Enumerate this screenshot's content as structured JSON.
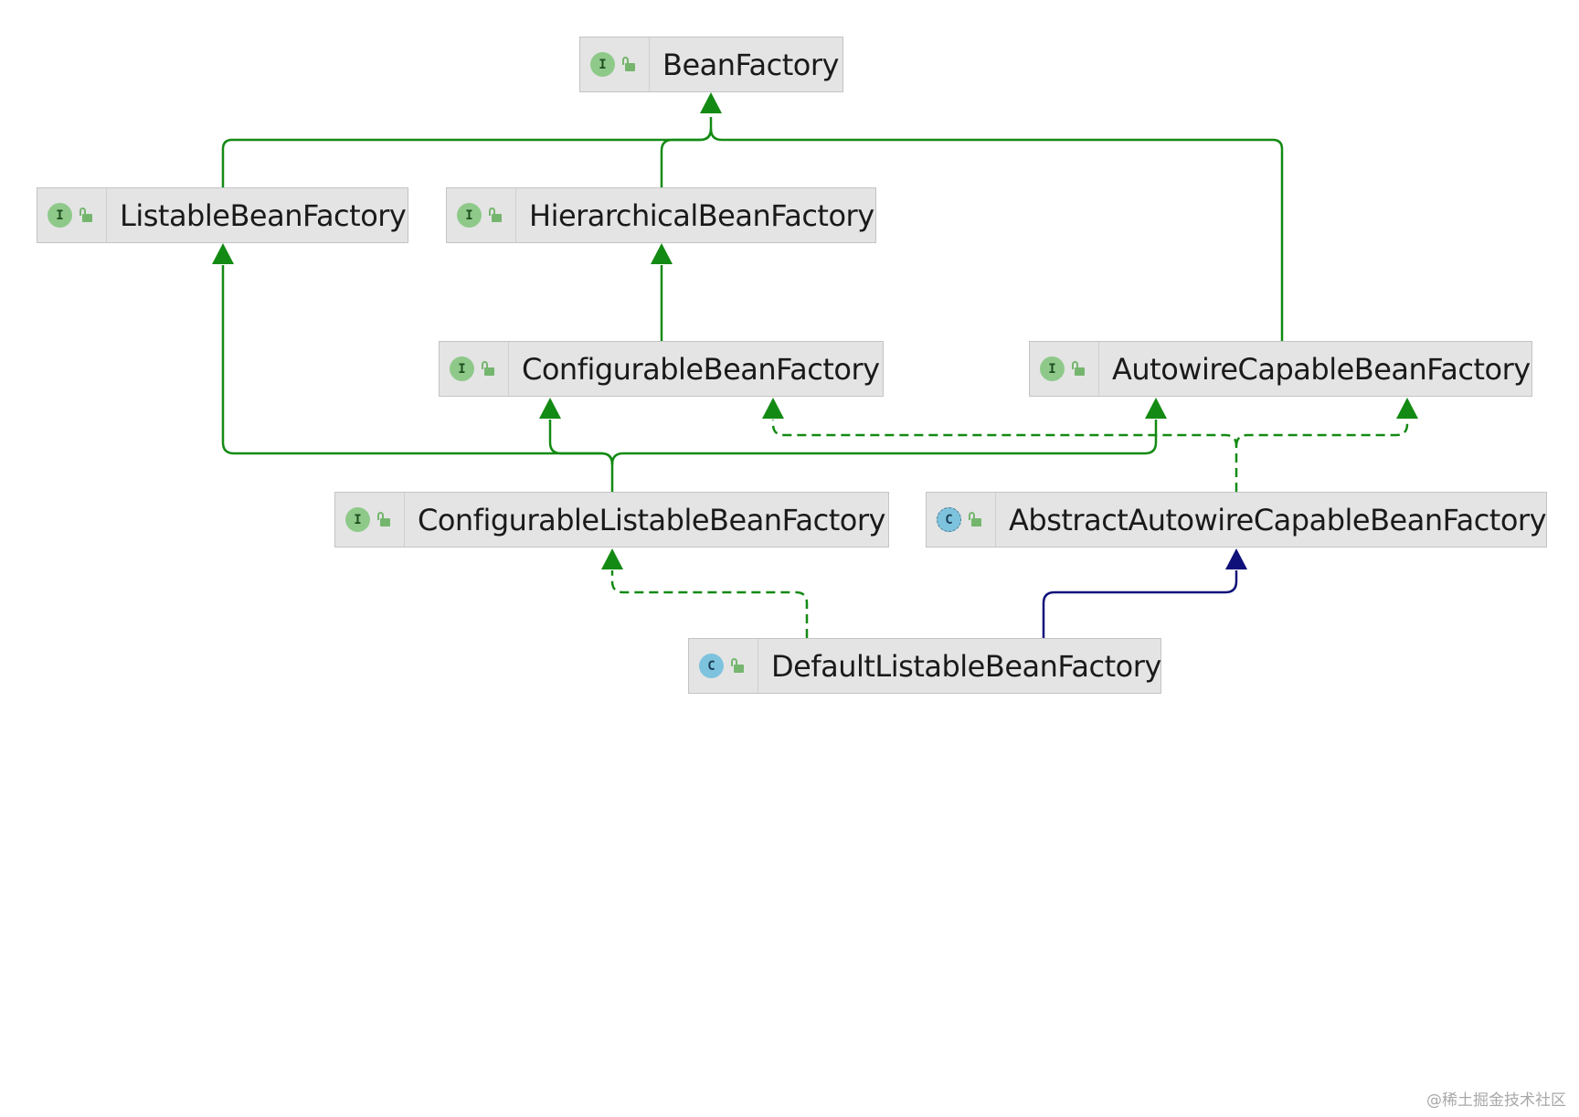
{
  "nodes": {
    "bean_factory": {
      "label": "BeanFactory",
      "kind": "interface",
      "badge": "I"
    },
    "listable_bean_factory": {
      "label": "ListableBeanFactory",
      "kind": "interface",
      "badge": "I"
    },
    "hierarchical_bean_factory": {
      "label": "HierarchicalBeanFactory",
      "kind": "interface",
      "badge": "I"
    },
    "configurable_bean_factory": {
      "label": "ConfigurableBeanFactory",
      "kind": "interface",
      "badge": "I"
    },
    "autowire_capable_bean_factory": {
      "label": "AutowireCapableBeanFactory",
      "kind": "interface",
      "badge": "I"
    },
    "configurable_listable_bean_factory": {
      "label": "ConfigurableListableBeanFactory",
      "kind": "interface",
      "badge": "I"
    },
    "abstract_autowire_capable_bean_factory": {
      "label": "AbstractAutowireCapableBeanFactory",
      "kind": "abstract-class",
      "badge": "C"
    },
    "default_listable_bean_factory": {
      "label": "DefaultListableBeanFactory",
      "kind": "class",
      "badge": "C"
    }
  },
  "edges": [
    {
      "from": "listable_bean_factory",
      "to": "bean_factory",
      "type": "extends",
      "style": "solid-green"
    },
    {
      "from": "hierarchical_bean_factory",
      "to": "bean_factory",
      "type": "extends",
      "style": "solid-green"
    },
    {
      "from": "autowire_capable_bean_factory",
      "to": "bean_factory",
      "type": "extends",
      "style": "solid-green"
    },
    {
      "from": "configurable_bean_factory",
      "to": "hierarchical_bean_factory",
      "type": "extends",
      "style": "solid-green"
    },
    {
      "from": "configurable_listable_bean_factory",
      "to": "listable_bean_factory",
      "type": "extends",
      "style": "solid-green"
    },
    {
      "from": "configurable_listable_bean_factory",
      "to": "configurable_bean_factory",
      "type": "extends",
      "style": "solid-green"
    },
    {
      "from": "configurable_listable_bean_factory",
      "to": "autowire_capable_bean_factory",
      "type": "extends",
      "style": "solid-green"
    },
    {
      "from": "abstract_autowire_capable_bean_factory",
      "to": "configurable_bean_factory",
      "type": "implements",
      "style": "dashed-green"
    },
    {
      "from": "abstract_autowire_capable_bean_factory",
      "to": "autowire_capable_bean_factory",
      "type": "implements",
      "style": "dashed-green"
    },
    {
      "from": "default_listable_bean_factory",
      "to": "configurable_listable_bean_factory",
      "type": "implements",
      "style": "dashed-green"
    },
    {
      "from": "default_listable_bean_factory",
      "to": "abstract_autowire_capable_bean_factory",
      "type": "extends",
      "style": "solid-navy"
    }
  ],
  "colors": {
    "interface_edge": "#138a13",
    "class_edge": "#10107a",
    "node_fill": "#e4e4e4",
    "interface_badge": "#8ec98a",
    "class_badge": "#7ec3de",
    "lock": "#75b66e"
  },
  "icons": {
    "visibility": "lock-icon",
    "interface": "interface-icon",
    "class": "class-icon"
  },
  "watermark": "@稀土掘金技术社区"
}
